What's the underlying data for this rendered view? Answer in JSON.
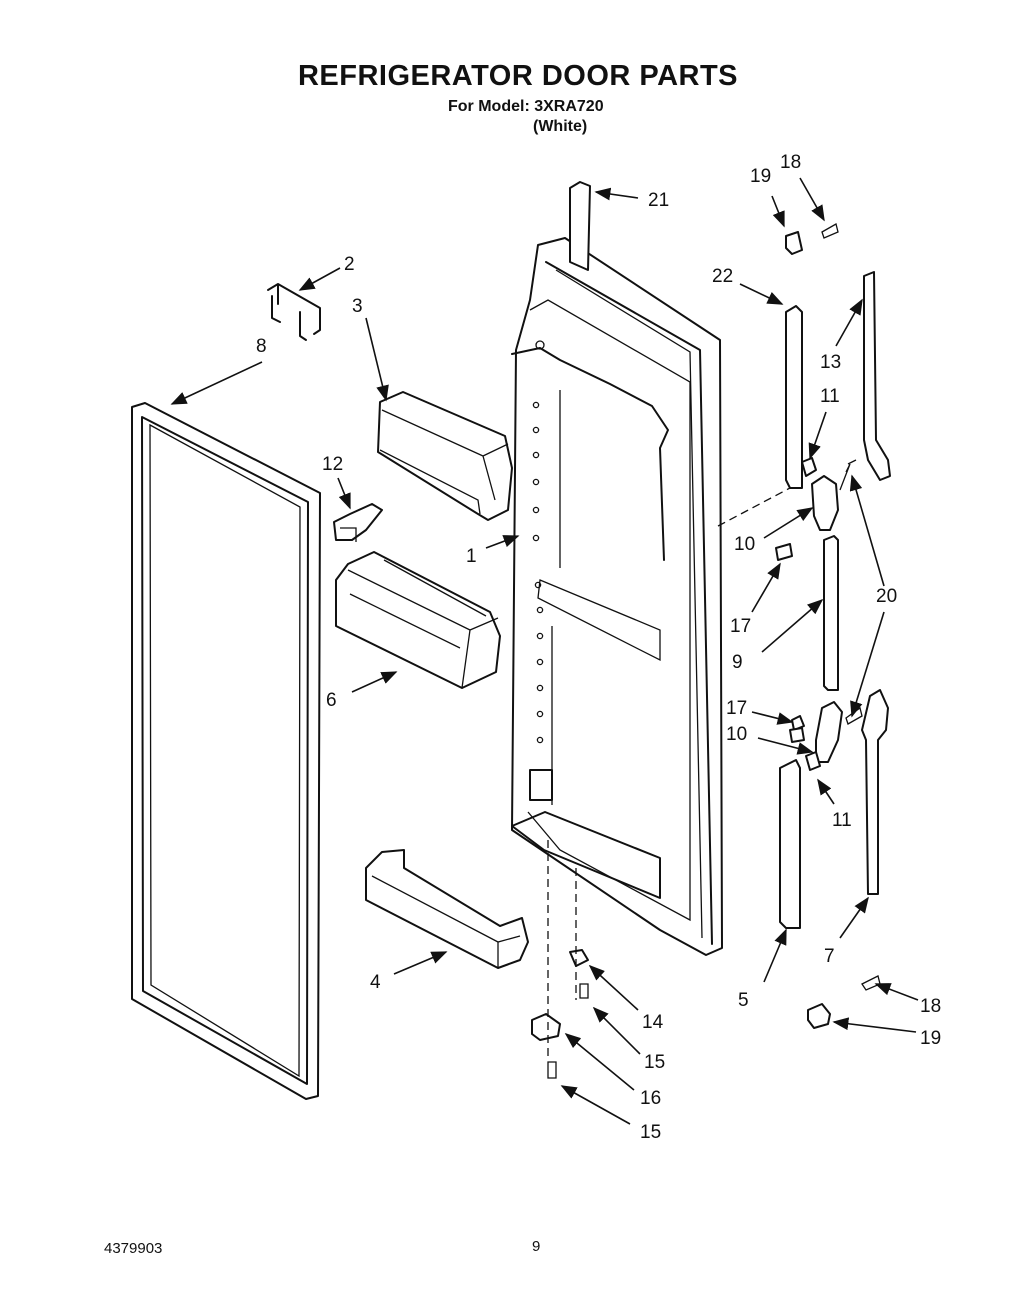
{
  "header": {
    "title": "REFRIGERATOR DOOR PARTS",
    "model_line": "For Model: 3XRA720",
    "color_line": "(White)"
  },
  "footer": {
    "doc_number": "4379903",
    "page_number": "9"
  },
  "callouts": [
    "1",
    "2",
    "3",
    "4",
    "5",
    "6",
    "7",
    "8",
    "9",
    "10",
    "11",
    "12",
    "13",
    "14",
    "15",
    "16",
    "17",
    "18",
    "19",
    "20",
    "21",
    "22"
  ]
}
